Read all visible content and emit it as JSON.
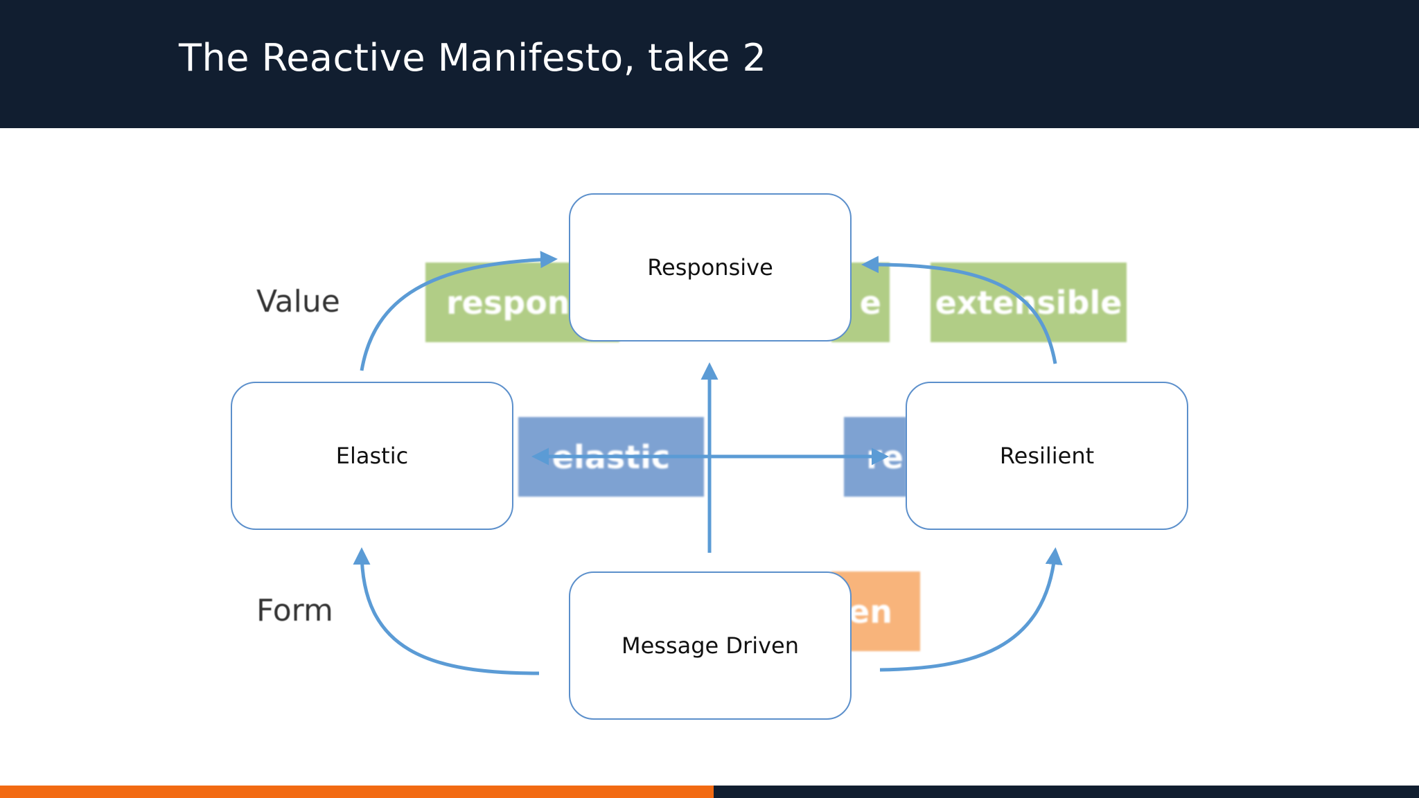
{
  "slide": {
    "title": "The Reactive Manifesto, take 2"
  },
  "background_labels": {
    "responsive": "responsi",
    "maintainable": "e",
    "extensible": "extensible",
    "elastic": "elastic",
    "resilient": "re",
    "message_driven": "en"
  },
  "axis_labels": {
    "value": "Value",
    "form": "Form"
  },
  "nodes": {
    "responsive": "Responsive",
    "elastic": "Elastic",
    "resilient": "Resilient",
    "message_driven": "Message Driven"
  },
  "colors": {
    "header": "#111e30",
    "green": "#b1cd86",
    "blue": "#7ea2d2",
    "orange": "#f8b47b",
    "arrow": "#5b9bd5",
    "footer_orange": "#f26a12"
  }
}
